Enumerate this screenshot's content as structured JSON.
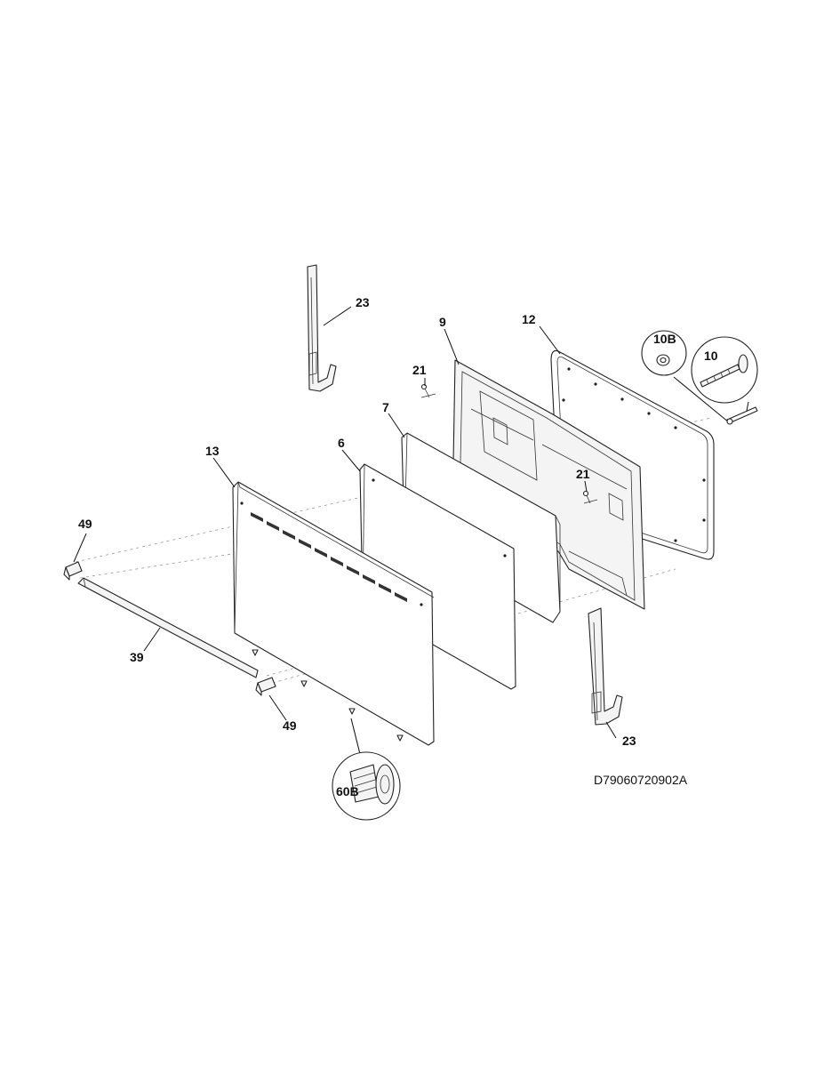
{
  "callouts": {
    "c23_top": "23",
    "c23_bottom": "23",
    "c9": "9",
    "c12": "12",
    "c10B": "10B",
    "c10": "10",
    "c21_top": "21",
    "c21_mid": "21",
    "c7": "7",
    "c6": "6",
    "c13": "13",
    "c49_top": "49",
    "c49_bottom": "49",
    "c39": "39",
    "c60B": "60B"
  },
  "diagram_code": "D79060720902A"
}
